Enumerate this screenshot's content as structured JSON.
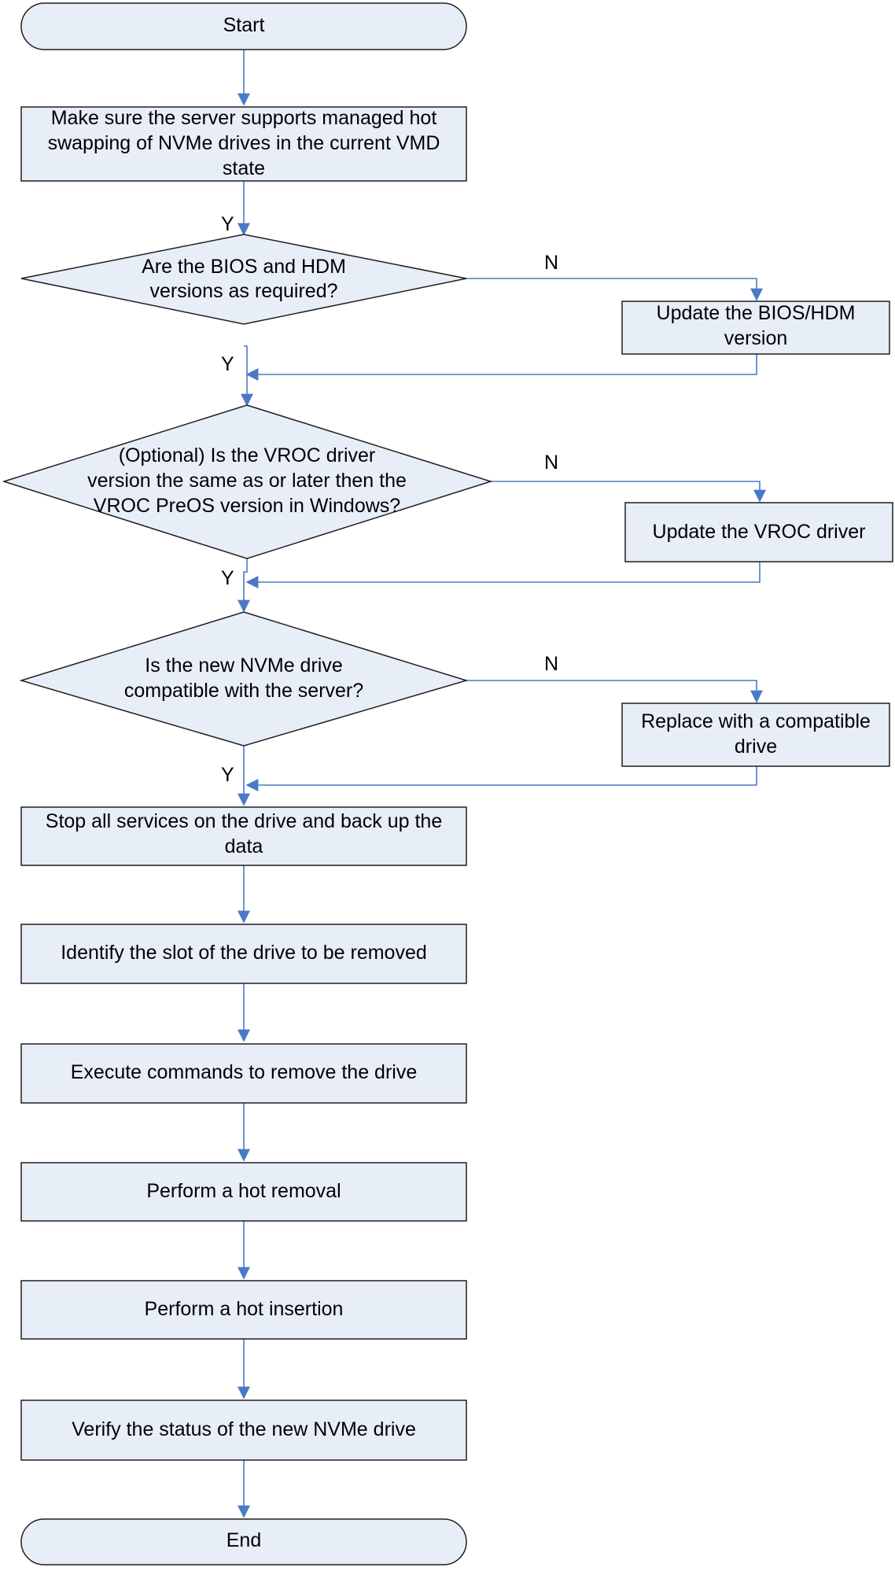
{
  "flowchart": {
    "colors": {
      "fill": "#E8EEF8",
      "stroke": "#1F1F1F",
      "connector": "#4A7AC6",
      "text": "#000000"
    },
    "nodes": {
      "start": {
        "text": "Start"
      },
      "confirm_support": {
        "line1": "Make sure the server supports managed hot",
        "line2": "swapping of NVMe drives in the current VMD",
        "line3": "state"
      },
      "bios_hdm_check": {
        "line1": "Are the BIOS and HDM",
        "line2": "versions as required?"
      },
      "update_bios_hdm": {
        "line1": "Update the BIOS/HDM",
        "line2": "version"
      },
      "vroc_check": {
        "line1": "(Optional) Is the VROC driver",
        "line2": "version the same as or later then the",
        "line3": "VROC PreOS version in Windows?"
      },
      "update_vroc": {
        "text": "Update the VROC driver"
      },
      "compatibility_check": {
        "line1": "Is the new NVMe drive",
        "line2": "compatible with the server?"
      },
      "replace_drive": {
        "line1": "Replace with a compatible",
        "line2": "drive"
      },
      "stop_services": {
        "line1": "Stop all services on the drive and back up the",
        "line2": "data"
      },
      "identify_slot": {
        "text": "Identify the slot of the drive to be removed"
      },
      "execute_commands": {
        "text": "Execute commands to remove the drive"
      },
      "hot_removal": {
        "text": "Perform a hot removal"
      },
      "hot_insertion": {
        "text": "Perform a hot insertion"
      },
      "verify_status": {
        "text": "Verify the status of the new NVMe drive"
      },
      "end": {
        "text": "End"
      }
    },
    "labels": {
      "y_after_support": "Y",
      "n_bios": "N",
      "y_bios": "Y",
      "n_vroc": "N",
      "y_vroc": "Y",
      "n_compat": "N",
      "y_compat": "Y"
    }
  }
}
